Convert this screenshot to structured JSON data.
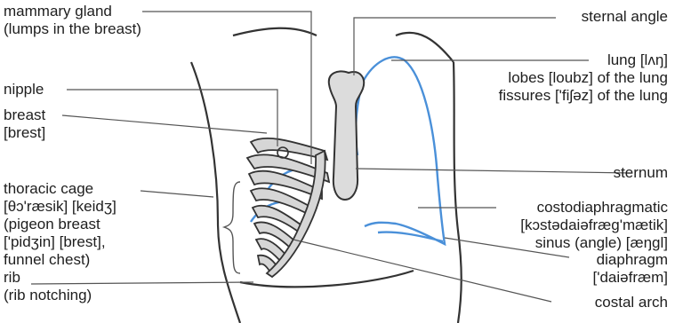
{
  "labels": {
    "mammary_gland": [
      "mammary gland",
      "(lumps in the breast)"
    ],
    "nipple": "nipple",
    "breast": [
      "breast",
      "[brest]"
    ],
    "thoracic_cage": [
      "thoracic cage",
      "[θɔ'ræsik] [keidʒ]",
      "(pigeon breast",
      "['pidʒin] [brest],",
      "funnel chest)"
    ],
    "rib": [
      "rib",
      "(rib notching)"
    ],
    "sternal_angle": "sternal angle",
    "lung": [
      "lung [lʌŋ]",
      "lobes [loubz] of the lung",
      "fissures ['fiʃəz] of the lung"
    ],
    "sternum": "sternum",
    "costodiaphragmatic": [
      "costodiaphragmatic",
      "[kɔstədaiəfræg'mætik]",
      "sinus (angle) [æŋgl]"
    ],
    "diaphragm": [
      "diaphragm",
      "['daiəfræm]"
    ],
    "costal_arch": "costal arch"
  },
  "colors": {
    "outline": "#333333",
    "lung": "#4a90d9",
    "bone_fill": "#dcdcdc",
    "leader": "#555555"
  }
}
